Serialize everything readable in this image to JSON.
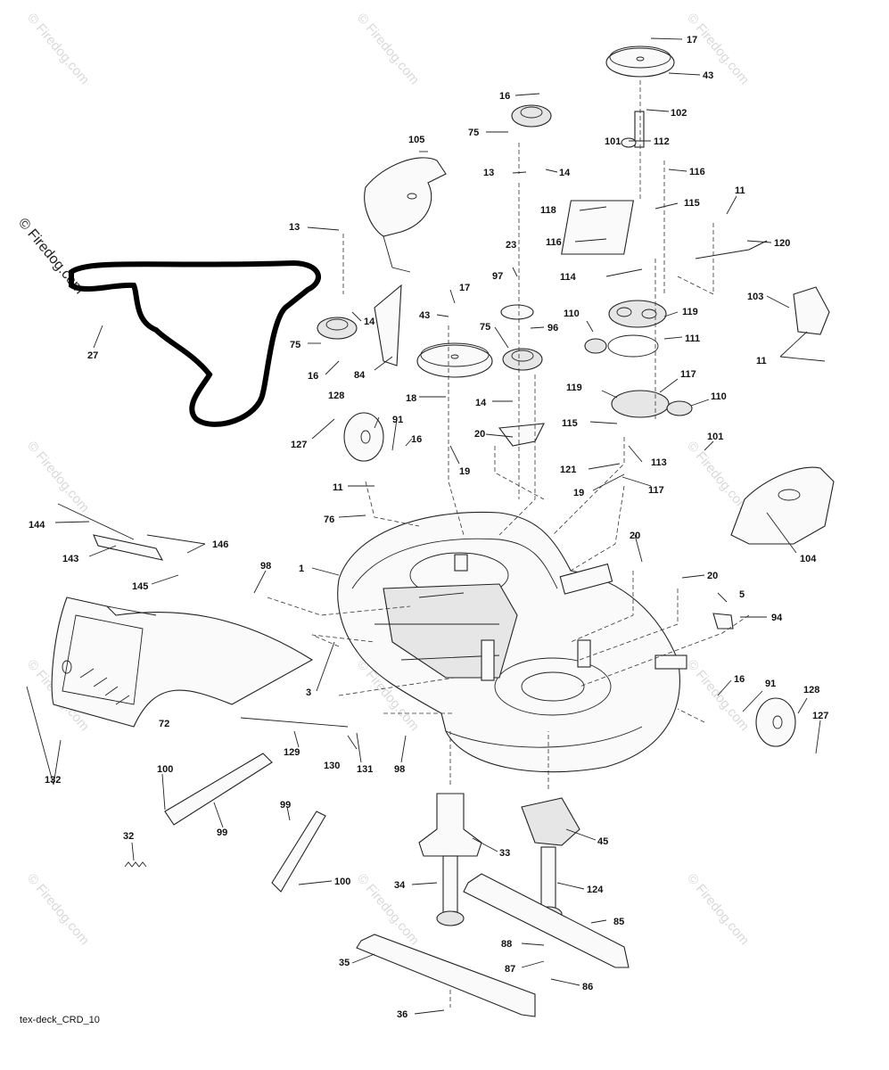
{
  "watermark": "© Firedog.com",
  "caption": "tex-deck_CRD_10",
  "callouts": {
    "c1": "1",
    "c3": "3",
    "c5": "5",
    "c11a": "11",
    "c11b": "11",
    "c11c": "11",
    "c13a": "13",
    "c13b": "13",
    "c14a": "14",
    "c14b": "14",
    "c14c": "14",
    "c16a": "16",
    "c16b": "16",
    "c16c": "16",
    "c16d": "16",
    "c17a": "17",
    "c17b": "17",
    "c18": "18",
    "c19a": "19",
    "c19b": "19",
    "c20a": "20",
    "c20b": "20",
    "c20c": "20",
    "c23": "23",
    "c27": "27",
    "c32": "32",
    "c33": "33",
    "c34": "34",
    "c35": "35",
    "c36": "36",
    "c43a": "43",
    "c43b": "43",
    "c45": "45",
    "c72": "72",
    "c75a": "75",
    "c75b": "75",
    "c75c": "75",
    "c76": "76",
    "c84": "84",
    "c85": "85",
    "c86": "86",
    "c87": "87",
    "c88": "88",
    "c91a": "91",
    "c91b": "91",
    "c94": "94",
    "c96": "96",
    "c97": "97",
    "c98a": "98",
    "c98b": "98",
    "c99a": "99",
    "c99b": "99",
    "c100a": "100",
    "c100b": "100",
    "c101a": "101",
    "c101b": "101",
    "c102": "102",
    "c103": "103",
    "c104": "104",
    "c105": "105",
    "c110a": "110",
    "c110b": "110",
    "c111": "111",
    "c112": "112",
    "c113": "113",
    "c114": "114",
    "c115a": "115",
    "c115b": "115",
    "c116a": "116",
    "c116b": "116",
    "c117a": "117",
    "c117b": "117",
    "c118": "118",
    "c119a": "119",
    "c119b": "119",
    "c120": "120",
    "c121": "121",
    "c124": "124",
    "c127a": "127",
    "c127b": "127",
    "c128a": "128",
    "c128b": "128",
    "c129": "129",
    "c130": "130",
    "c131": "131",
    "c132": "132",
    "c143": "143",
    "c144": "144",
    "c145": "145",
    "c146": "146"
  }
}
